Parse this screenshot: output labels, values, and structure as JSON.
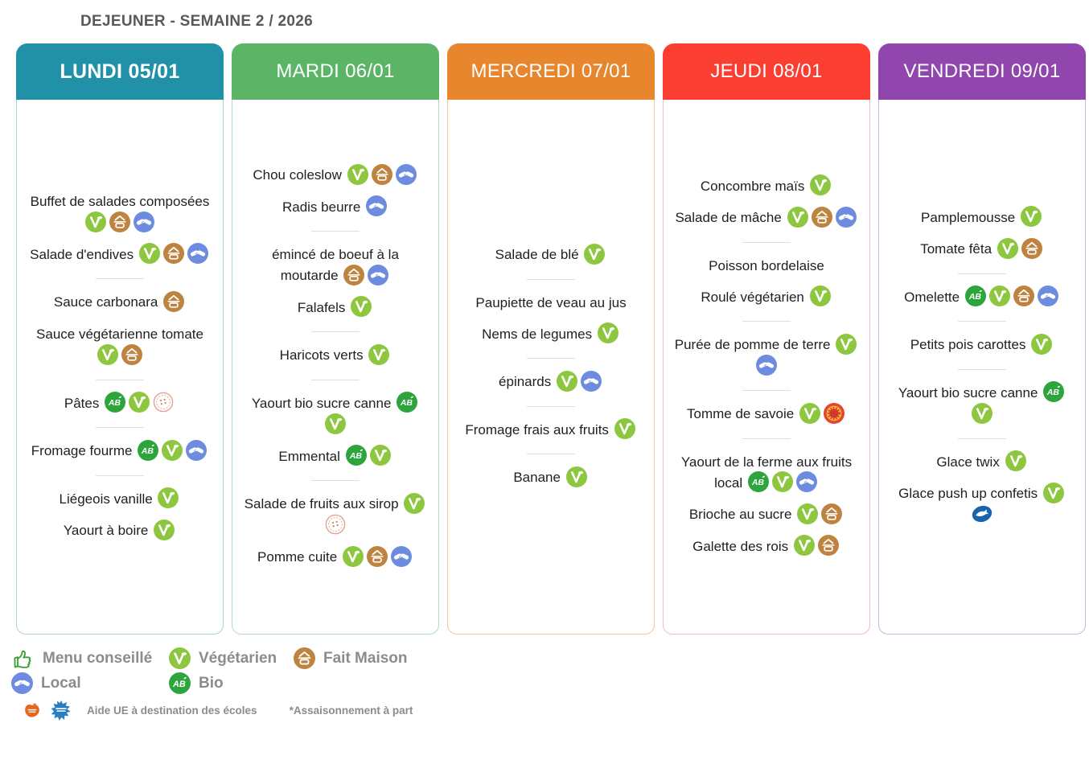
{
  "title": "DEJEUNER - SEMAINE 2 / 2026",
  "columns": [
    {
      "label": "LUNDI 05/01",
      "header_color": "#2191a8",
      "border_color": "#a9d2db",
      "bold": true,
      "groups": [
        [
          {
            "text": "Buffet de salades composées",
            "icons": [
              "veg",
              "fm",
              "local"
            ]
          },
          {
            "text": "Salade d'endives",
            "icons": [
              "veg",
              "fm",
              "local"
            ]
          }
        ],
        [
          {
            "text": "Sauce carbonara",
            "icons": [
              "fm"
            ]
          },
          {
            "text": "Sauce végétarienne tomate",
            "icons": [
              "veg",
              "fm"
            ]
          }
        ],
        [
          {
            "text": "Pâtes",
            "icons": [
              "bio",
              "veg",
              "stamp"
            ]
          }
        ],
        [
          {
            "text": "Fromage fourme",
            "icons": [
              "bio",
              "veg",
              "local"
            ]
          }
        ],
        [
          {
            "text": "Liégeois vanille",
            "icons": [
              "veg"
            ]
          },
          {
            "text": "Yaourt à boire",
            "icons": [
              "veg"
            ]
          }
        ]
      ]
    },
    {
      "label": "MARDI 06/01",
      "header_color": "#5cb567",
      "border_color": "#b5ddb8",
      "bold": false,
      "groups": [
        [
          {
            "text": "Chou coleslow",
            "icons": [
              "veg",
              "fm",
              "local"
            ]
          },
          {
            "text": "Radis beurre",
            "icons": [
              "local"
            ]
          }
        ],
        [
          {
            "text": "émincé de boeuf à la moutarde",
            "icons": [
              "fm",
              "local"
            ]
          },
          {
            "text": "Falafels",
            "icons": [
              "veg"
            ]
          }
        ],
        [
          {
            "text": "Haricots verts",
            "icons": [
              "veg"
            ]
          }
        ],
        [
          {
            "text": "Yaourt bio sucre canne",
            "icons": [
              "bio",
              "veg"
            ]
          },
          {
            "text": "Emmental",
            "icons": [
              "bio",
              "veg"
            ]
          }
        ],
        [
          {
            "text": "Salade de fruits aux sirop",
            "icons": [
              "veg",
              "stamp"
            ]
          },
          {
            "text": "Pomme cuite",
            "icons": [
              "veg",
              "fm",
              "local"
            ]
          }
        ]
      ]
    },
    {
      "label": "MERCREDI 07/01",
      "header_color": "#e8862d",
      "border_color": "#f3c79c",
      "bold": false,
      "groups": [
        [
          {
            "text": "Salade de blé",
            "icons": [
              "veg"
            ]
          }
        ],
        [
          {
            "text": "Paupiette de veau au jus",
            "icons": []
          },
          {
            "text": "Nems de legumes",
            "icons": [
              "veg"
            ]
          }
        ],
        [
          {
            "text": "épinards",
            "icons": [
              "veg",
              "local"
            ]
          }
        ],
        [
          {
            "text": "Fromage frais aux fruits",
            "icons": [
              "veg"
            ]
          }
        ],
        [
          {
            "text": "Banane",
            "icons": [
              "veg"
            ]
          }
        ]
      ]
    },
    {
      "label": "JEUDI 08/01",
      "header_color": "#fa3e31",
      "border_color": "#fbbdb8",
      "bold": false,
      "groups": [
        [
          {
            "text": "Concombre maïs",
            "icons": [
              "veg"
            ]
          },
          {
            "text": "Salade de mâche",
            "icons": [
              "veg",
              "fm",
              "local"
            ]
          }
        ],
        [
          {
            "text": "Poisson bordelaise",
            "icons": []
          },
          {
            "text": "Roulé végétarien",
            "icons": [
              "veg"
            ]
          }
        ],
        [
          {
            "text": "Purée de pomme de terre",
            "icons": [
              "veg",
              "local"
            ]
          }
        ],
        [
          {
            "text": "Tomme de savoie",
            "icons": [
              "veg",
              "aop"
            ]
          }
        ],
        [
          {
            "text": "Yaourt de la ferme aux fruits local",
            "icons": [
              "bio",
              "veg",
              "local"
            ]
          },
          {
            "text": "Brioche au sucre",
            "icons": [
              "veg",
              "fm"
            ]
          },
          {
            "text": "Galette des rois",
            "icons": [
              "veg",
              "fm"
            ]
          }
        ]
      ]
    },
    {
      "label": "VENDREDI 09/01",
      "header_color": "#9046ad",
      "border_color": "#d4b4e0",
      "bold": false,
      "groups": [
        [
          {
            "text": "Pamplemousse",
            "icons": [
              "veg"
            ]
          },
          {
            "text": "Tomate fêta",
            "icons": [
              "veg",
              "fm"
            ]
          }
        ],
        [
          {
            "text": "Omelette",
            "icons": [
              "bio",
              "veg",
              "fm",
              "local"
            ]
          }
        ],
        [
          {
            "text": "Petits pois carottes",
            "icons": [
              "veg"
            ]
          }
        ],
        [
          {
            "text": "Yaourt bio sucre canne",
            "icons": [
              "bio",
              "veg"
            ]
          }
        ],
        [
          {
            "text": "Glace twix",
            "icons": [
              "veg"
            ]
          },
          {
            "text": "Glace push up confetis",
            "icons": [
              "veg",
              "msc"
            ]
          }
        ]
      ]
    }
  ],
  "legend": {
    "rows": [
      [
        {
          "icon": "thumbs",
          "label": "Menu conseillé"
        },
        {
          "icon": "veg",
          "label": "Végétarien"
        },
        {
          "icon": "fm",
          "label": "Fait Maison"
        }
      ],
      [
        {
          "icon": "local",
          "label": "Local"
        },
        {
          "icon": "bio",
          "label": "Bio"
        }
      ]
    ]
  },
  "footnote": {
    "icons": [
      "apple",
      "splash"
    ],
    "text": "Aide UE à destination des écoles",
    "note": "*Assaisonnement à part"
  },
  "icon_colors": {
    "vegetarian": "#8dc63f",
    "fait_maison": "#bf8340",
    "local": "#6d8ce0",
    "bio": "#2ea43c",
    "aop_red": "#e8432c",
    "aop_yellow": "#f3bc3f",
    "stamp": "#e0a292",
    "msc_blue": "#1a63ad",
    "thumbs_green": "#3a9e35",
    "eu_apple_orange": "#e2671f",
    "eu_splash_blue": "#2a7ec0"
  }
}
